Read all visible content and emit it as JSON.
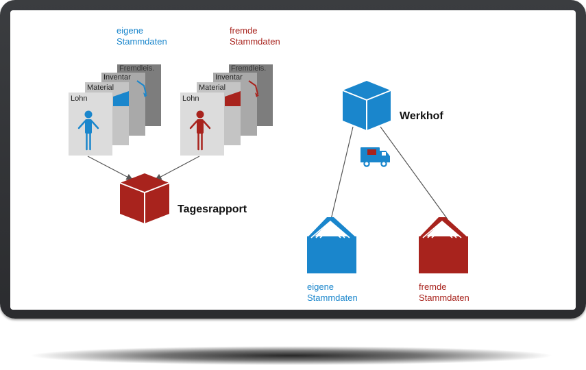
{
  "left_group": {
    "title_line1": "eigene",
    "title_line2": "Stammdaten",
    "cards": [
      "Fremdleis.",
      "Inventar",
      "Material",
      "Lohn"
    ]
  },
  "middle_group": {
    "title_line1": "fremde",
    "title_line2": "Stammdaten",
    "cards": [
      "Fremdleis.",
      "Inventar",
      "Material",
      "Lohn"
    ]
  },
  "tagesrapport": {
    "label": "Tagesrapport"
  },
  "werkhof": {
    "label": "Werkhof"
  },
  "bottom_left": {
    "line1": "eigene",
    "line2": "Stammdaten"
  },
  "bottom_right": {
    "line1": "fremde",
    "line2": "Stammdaten"
  },
  "colors": {
    "blue": "#1a86cc",
    "red": "#a8231d",
    "frame": "#2f3033"
  },
  "icons": [
    "person-icon",
    "excavator-icon",
    "box-icon",
    "truck-icon",
    "building-icon"
  ]
}
